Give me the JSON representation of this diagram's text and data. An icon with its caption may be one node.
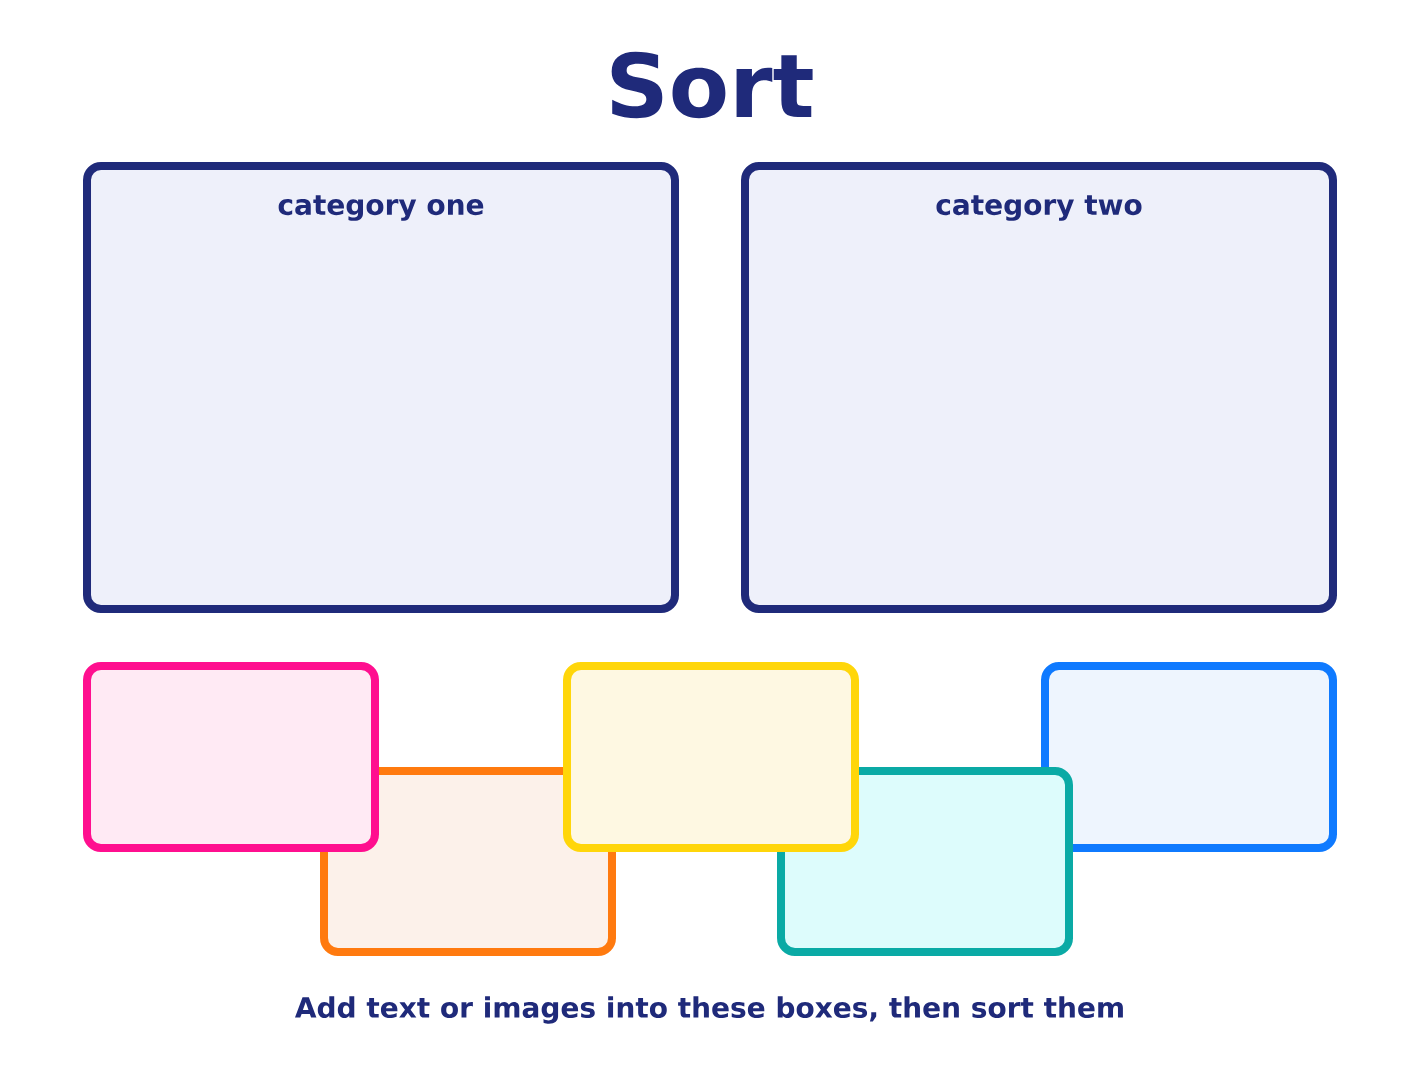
{
  "diagram": {
    "title": "Sort",
    "nodes": [
      {
        "text": [
          "category one"
        ]
      },
      {
        "text": [
          "category two"
        ]
      },
      {
        "text": [],
        "shape": "box"
      },
      {
        "text": [],
        "shape": "box"
      },
      {
        "text": [],
        "shape": "box"
      },
      {
        "text": [],
        "shape": "box"
      },
      {
        "text": [],
        "shape": "box"
      }
    ],
    "labels": [
      "Add text or images into these boxes, then sort them"
    ]
  }
}
